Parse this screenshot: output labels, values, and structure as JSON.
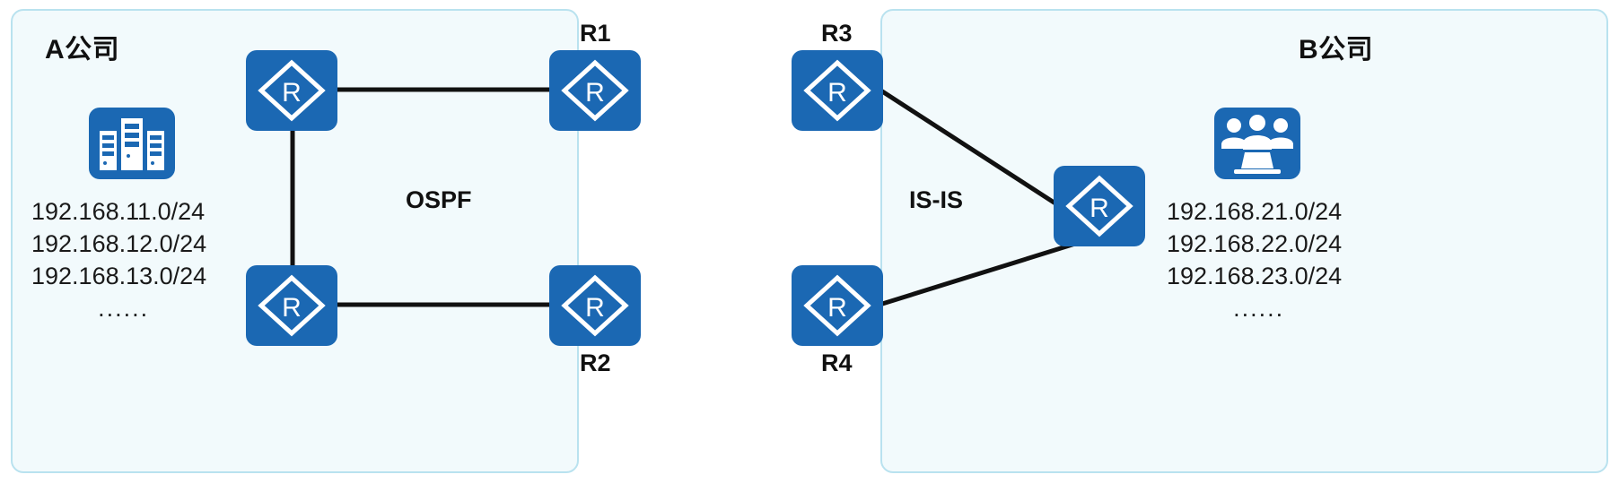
{
  "diagram": {
    "title_hidden": "",
    "panels": [
      {
        "id": "a",
        "label": "A公司"
      },
      {
        "id": "b",
        "label": "B公司"
      }
    ],
    "protocols": [
      {
        "id": "ospf",
        "label": "OSPF"
      },
      {
        "id": "isis",
        "label": "IS-IS"
      }
    ],
    "routers": [
      {
        "id": "ra-top",
        "label": ""
      },
      {
        "id": "r1",
        "label": "R1"
      },
      {
        "id": "ra-bottom",
        "label": ""
      },
      {
        "id": "r2",
        "label": "R2"
      },
      {
        "id": "r3",
        "label": "R3"
      },
      {
        "id": "r4",
        "label": "R4"
      },
      {
        "id": "rb-mid",
        "label": ""
      }
    ],
    "labels": {
      "r1": "R1",
      "r2": "R2",
      "r3": "R3",
      "r4": "R4"
    },
    "icons": {
      "server": "server-rack-icon",
      "users": "people-computer-icon",
      "router": "router-diamond-r-icon"
    },
    "subnets_a": {
      "lines": [
        "192.168.11.0/24",
        "192.168.12.0/24",
        "192.168.13.0/24"
      ],
      "more": "......"
    },
    "subnets_b": {
      "lines": [
        "192.168.21.0/24",
        "192.168.22.0/24",
        "192.168.23.0/24"
      ],
      "more": "......"
    },
    "colors": {
      "panel_fill": "#f2fafc",
      "panel_border": "#b9e2ef",
      "router_blue": "#1b68b3",
      "link_black": "#111111",
      "text_dark": "#1a1a1a"
    }
  }
}
